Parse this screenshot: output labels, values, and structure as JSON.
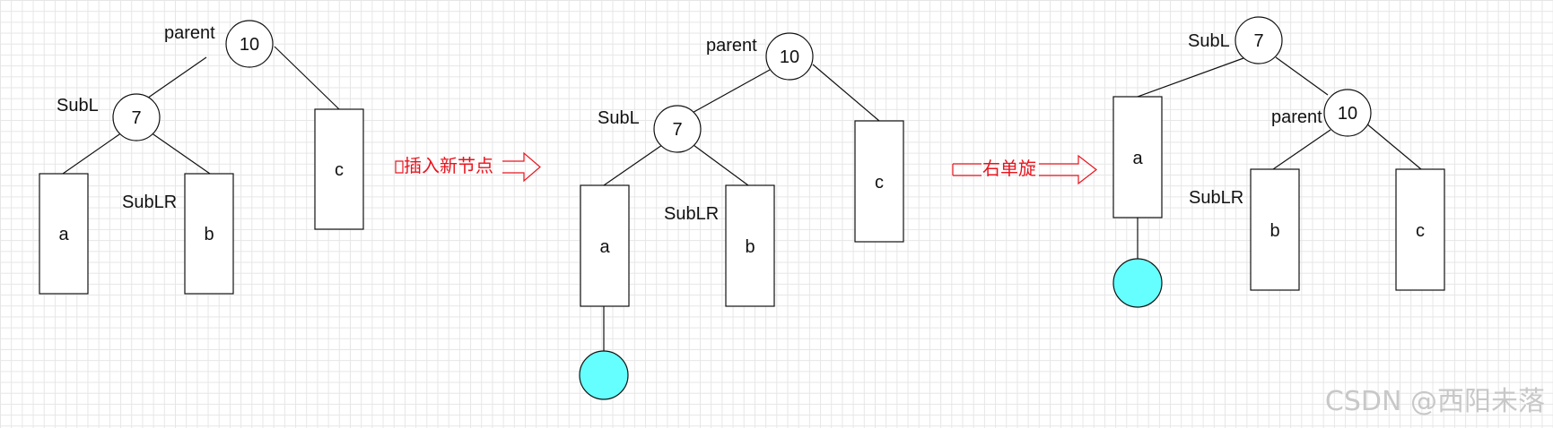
{
  "diagram": {
    "stage1": {
      "root": {
        "value": "10",
        "label": "parent"
      },
      "left": {
        "value": "7",
        "label": "SubL"
      },
      "subtrees": {
        "a": "a",
        "b": "b",
        "c": "c"
      },
      "b_label": "SubLR"
    },
    "transition1": {
      "text": "插入新节点"
    },
    "stage2": {
      "root": {
        "value": "10",
        "label": "parent"
      },
      "left": {
        "value": "7",
        "label": "SubL"
      },
      "subtrees": {
        "a": "a",
        "b": "b",
        "c": "c"
      },
      "b_label": "SubLR"
    },
    "transition2": {
      "text": "右单旋"
    },
    "stage3": {
      "root": {
        "value": "7",
        "label": "SubL"
      },
      "right": {
        "value": "10",
        "label": "parent"
      },
      "subtrees": {
        "a": "a",
        "b": "b",
        "c": "c"
      },
      "b_label": "SubLR"
    },
    "colors": {
      "new_node_fill": "#66ffff",
      "arrow": "#e8141e"
    }
  },
  "watermark": {
    "text": "CSDN @西阳未落"
  }
}
